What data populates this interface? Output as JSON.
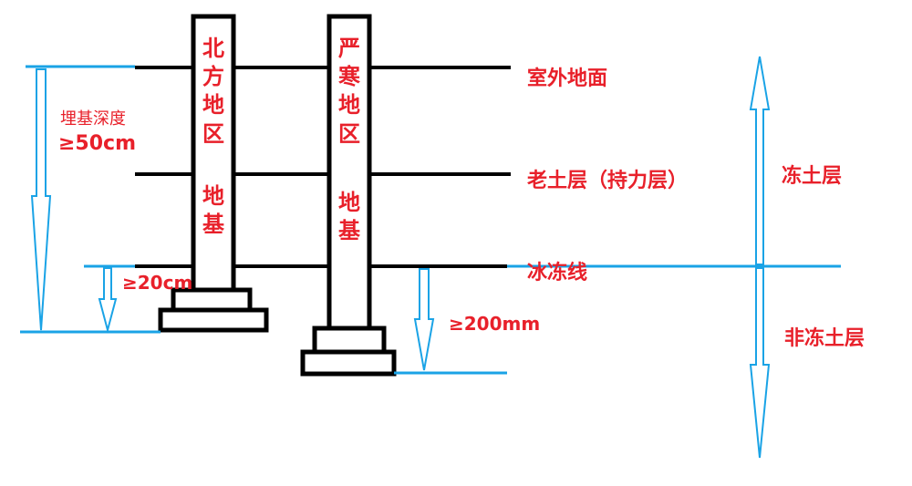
{
  "diagram": {
    "colors": {
      "line": "#000000",
      "text": "#e8202a",
      "accent": "#1aa3e6"
    },
    "levels": {
      "ground": "室外地面",
      "old_soil": "老土层（持力层）",
      "frost_line": "冰冻线"
    },
    "columns": {
      "north_title": "北方地区",
      "north_sub": "地基",
      "severe_title": "严寒地区",
      "severe_sub": "地基"
    },
    "dimensions": {
      "depth_title": "埋基深度",
      "depth_value": "≥50cm",
      "north_below_frost": "≥20cm",
      "severe_below_frost": "≥200mm"
    },
    "zones": {
      "frozen": "冻土层",
      "unfrozen": "非冻土层"
    }
  }
}
